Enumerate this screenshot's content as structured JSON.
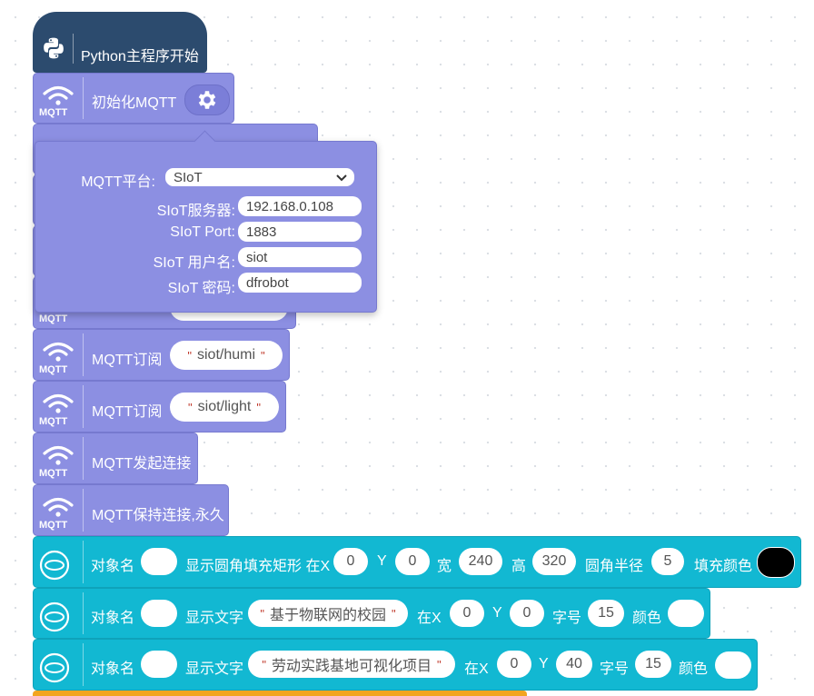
{
  "hat": {
    "label": "Python主程序开始"
  },
  "init": {
    "label": "初始化MQTT"
  },
  "popup": {
    "platform_label": "MQTT平台:",
    "platform_value": "SIoT",
    "server_label": "SIoT服务器:",
    "server_value": "192.168.0.108",
    "port_label": "SIoT Port:",
    "port_value": "1883",
    "user_label": "SIoT 用户名:",
    "user_value": "siot",
    "pwd_label": "SIoT 密码:",
    "pwd_value": "dfrobot"
  },
  "mqtt_icon_text": "MQTT",
  "subscribe": [
    {
      "label": "MQTT订阅",
      "topic": "siot/humi"
    },
    {
      "label": "MQTT订阅",
      "topic": "siot/light"
    }
  ],
  "connect": {
    "label": "MQTT发起连接"
  },
  "keepalive": {
    "label": "MQTT保持连接,永久"
  },
  "rect_block": {
    "obj_label": "对象名",
    "obj_value": "",
    "show_label": "显示圆角填充矩形 在X",
    "x": "0",
    "y_label": "Y",
    "y": "0",
    "w_label": "宽",
    "w": "240",
    "h_label": "高",
    "h": "320",
    "r_label": "圆角半径",
    "r": "5",
    "fill_label": "填充颜色",
    "fill_color": "#000000"
  },
  "text_blocks": [
    {
      "obj_label": "对象名",
      "obj_value": "",
      "show_label": "显示文字",
      "text": "基于物联网的校园",
      "at_label": "在X",
      "x": "0",
      "y_label": "Y",
      "y": "0",
      "size_label": "字号",
      "size": "15",
      "color_label": "颜色",
      "color": "#ffffff"
    },
    {
      "obj_label": "对象名",
      "obj_value": "",
      "show_label": "显示文字",
      "text": "劳动实践基地可视化项目",
      "at_label": "在X",
      "x": "0",
      "y_label": "Y",
      "y": "40",
      "size_label": "字号",
      "size": "15",
      "color_label": "颜色",
      "color": "#ffffff"
    }
  ],
  "colors": {
    "mqtt_block": "#8c8fe2",
    "hat_block": "#2c4b6e",
    "unihiker_block": "#12b8d2",
    "next_block": "#f2a520"
  }
}
